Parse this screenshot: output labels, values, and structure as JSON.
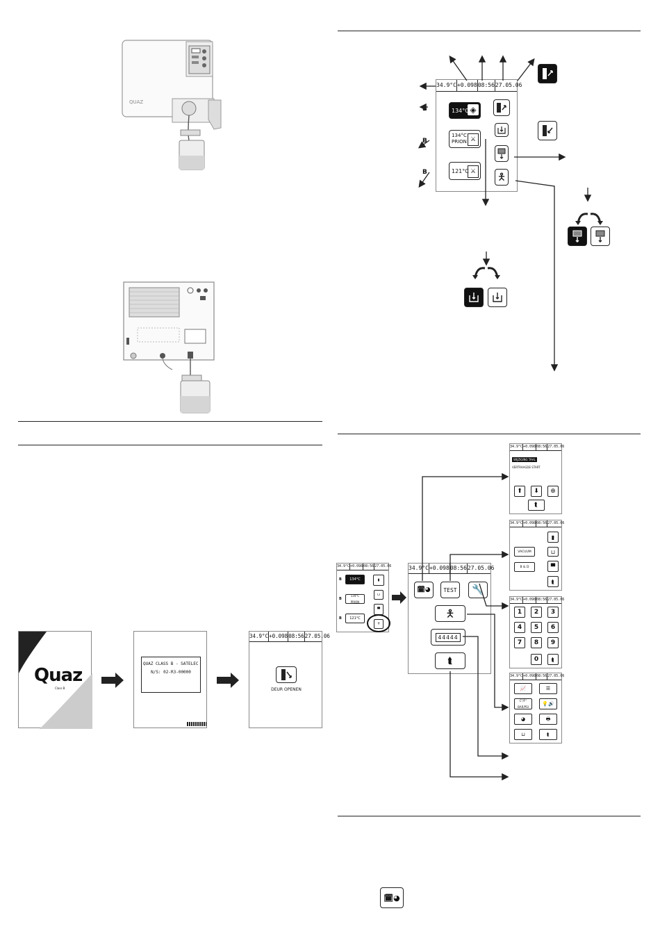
{
  "status_bar": {
    "temperature": "34.9°C",
    "pressure": "+0.098",
    "time": "08:56",
    "date": "27.05.06"
  },
  "main_screen": {
    "cycle_letter": "B",
    "program_134_label": "134°C",
    "program_134_prion_label": "134°C\nPRION",
    "program_121_label": "121°C"
  },
  "machine_front": {
    "brand": "QUAZ"
  },
  "boot": {
    "logo_text": "Quaz",
    "logo_subtitle": "Class B",
    "model_line": "QUAZ CLASS B - SATELEC",
    "serial_line": "N/S: 02-R3-00000",
    "door_open_label": "DEUR OPENEN"
  },
  "menu_screen": {
    "test_label": "TEST",
    "counter_label": "44444"
  },
  "language_screen": {
    "highlight_line": "WIJZIGING TAAL",
    "sub_line": "VERTRAAGDE START"
  },
  "test_screen": {
    "vacuum_label": "VACUUM",
    "bd_label": "B & D"
  },
  "keypad": {
    "keys": [
      "1",
      "2",
      "3",
      "4",
      "5",
      "6",
      "7",
      "8",
      "9",
      "0"
    ]
  },
  "settings_screen": {
    "units_label_top": "C°/F°",
    "units_label_bottom": "BAR/PSI"
  }
}
